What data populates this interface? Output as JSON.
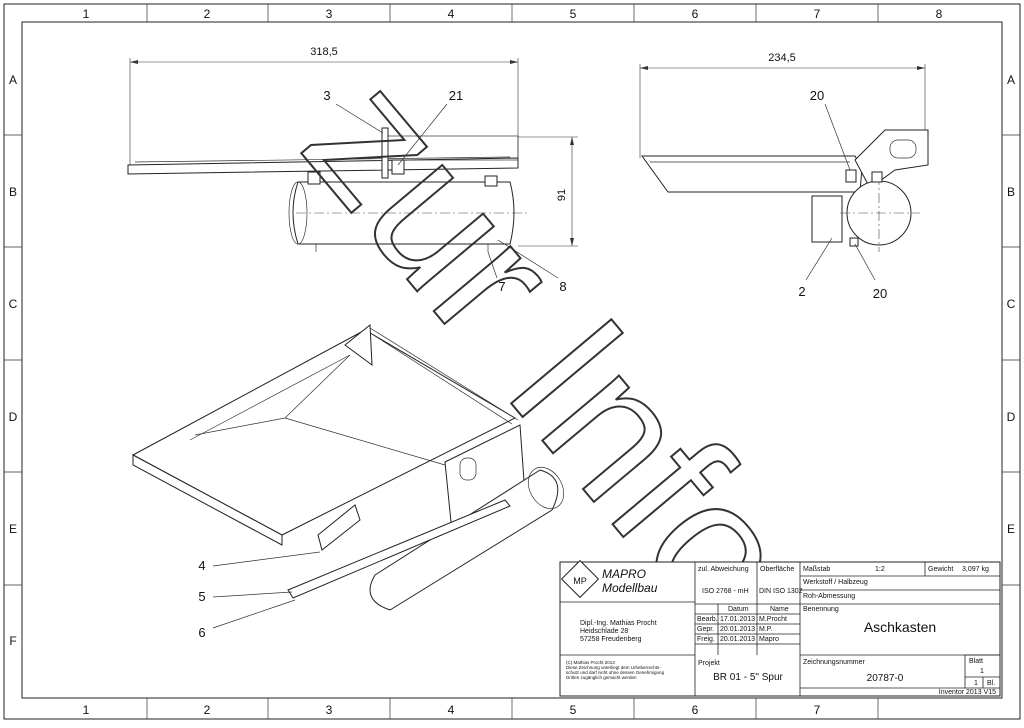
{
  "grid": {
    "columns": [
      "1",
      "2",
      "3",
      "4",
      "5",
      "6",
      "7",
      "8"
    ],
    "rows": [
      "A",
      "B",
      "C",
      "D",
      "E",
      "F"
    ]
  },
  "dimensions": {
    "width_left": "318,5",
    "height_left": "91",
    "width_right": "234,5"
  },
  "callouts": {
    "c3": "3",
    "c21": "21",
    "c7": "7",
    "c8": "8",
    "c20a": "20",
    "c2": "2",
    "c20b": "20",
    "c4": "4",
    "c5": "5",
    "c6": "6"
  },
  "watermark": "zur Info",
  "title_block": {
    "logo_line1": "MAPRO",
    "logo_line2": "Modellbau",
    "address_line1": "Dipl.-Ing. Mathias Procht",
    "address_line2": "Heidschlade 28",
    "address_line3": "57258 Freudenberg",
    "copyright_line1": "(C) Mathias Procht 2013",
    "copyright_line2": "Diese Zeichnung unterliegt dem Urheberrechts-",
    "copyright_line3": "schutz und darf nicht ohne dessen Genehmigung",
    "copyright_line4": "Dritten zugänglich gemacht werden",
    "zul_abw_label": "zul. Abweichung",
    "zul_abw_value": "ISO 2768 - mH",
    "oberflaeche_label": "Oberfläche",
    "oberflaeche_value": "DIN ISO 1302",
    "massstab_label": "Maßstab",
    "massstab_value": "1:2",
    "gewicht_label": "Gewicht",
    "gewicht_value": "3,097 kg",
    "werkstoff_label": "Werkstoff / Halbzeug",
    "rohabmessung_label": "Roh-Abmessung",
    "benennung_label": "Benennung",
    "benennung_value": "Aschkasten",
    "datum_label": "Datum",
    "name_label": "Name",
    "bearb_label": "Bearb.",
    "bearb_date": "17.01.2013",
    "bearb_name": "M.Procht",
    "gepr_label": "Gepr.",
    "gepr_date": "20.01.2013",
    "gepr_name": "M.P.",
    "freig_label": "Freig.",
    "freig_date": "20.01.2013",
    "freig_name": "Mapro",
    "projekt_label": "Projekt",
    "projekt_value": "BR 01 - 5\" Spur",
    "zeichnungsnummer_label": "Zeichnungsnummer",
    "zeichnungsnummer_value": "20787-0",
    "blatt_label": "Blatt",
    "blatt_value": "1",
    "blatt_of": "1",
    "blatt_bl": "Bl.",
    "software": "Inventor 2013 V15"
  }
}
